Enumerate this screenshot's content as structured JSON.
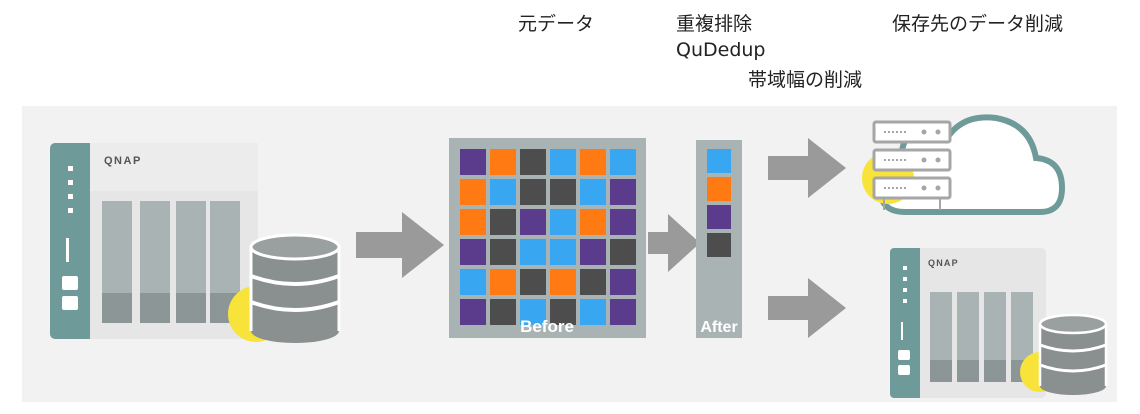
{
  "labels": {
    "original_data": "元データ",
    "dedup_title": "重複排除",
    "dedup_product": "QuDedup",
    "bandwidth": "帯域幅の削減",
    "storage": "保存先のデータ削減"
  },
  "nas": {
    "brand": "QNAP"
  },
  "blocks": {
    "before_label": "Before",
    "after_label": "After",
    "before_grid": [
      [
        "purple",
        "orange",
        "dark",
        "blue",
        "orange",
        "blue"
      ],
      [
        "orange",
        "blue",
        "dark",
        "dark",
        "blue",
        "purple"
      ],
      [
        "orange",
        "dark",
        "purple",
        "blue",
        "orange",
        "purple"
      ],
      [
        "purple",
        "dark",
        "blue",
        "blue",
        "purple",
        "dark"
      ],
      [
        "blue",
        "orange",
        "dark",
        "orange",
        "dark",
        "purple"
      ],
      [
        "purple",
        "dark",
        "blue",
        "dark",
        "blue",
        "purple"
      ]
    ],
    "after_column": [
      "blue",
      "orange",
      "purple",
      "dark"
    ]
  },
  "colors": {
    "purple": "#5b3c8c",
    "orange": "#ff7a12",
    "dark": "#4d4d4d",
    "blue": "#38a6f0",
    "teal": "#6f9a9a",
    "accent_yellow": "#f7e33a",
    "arrow": "#9a9a9a"
  }
}
